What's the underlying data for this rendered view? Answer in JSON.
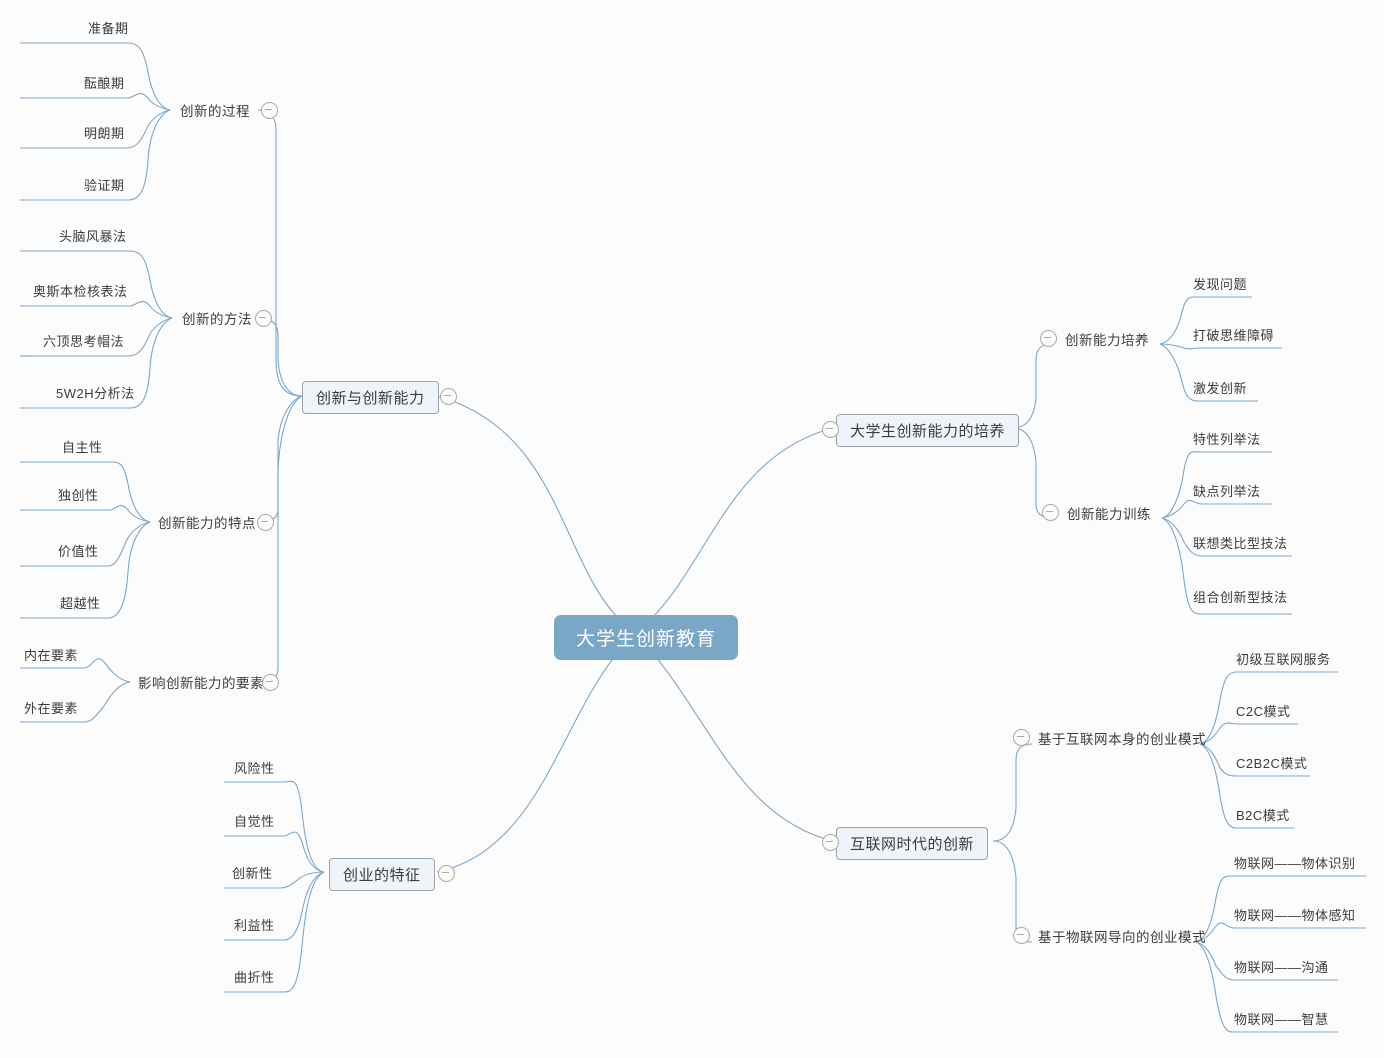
{
  "diagram": {
    "type": "mind-map",
    "title": "大学生创新教育",
    "background": "#fcfcfc",
    "root_color": "#7ba7c7",
    "branch_color": "#eef4fa",
    "link_color": "#7ba7cc",
    "collapse_icon": "minus-circle-icon"
  },
  "root": {
    "label": "大学生创新教育"
  },
  "branches": {
    "b1": {
      "label": "创新与创新能力",
      "subs": {
        "s1": {
          "label": "创新的过程",
          "leaves": [
            "准备期",
            "酝酿期",
            "明朗期",
            "验证期"
          ]
        },
        "s2": {
          "label": "创新的方法",
          "leaves": [
            "头脑风暴法",
            "奥斯本检核表法",
            "六顶思考帽法",
            "5W2H分析法"
          ]
        },
        "s3": {
          "label": "创新能力的特点",
          "leaves": [
            "自主性",
            "独创性",
            "价值性",
            "超越性"
          ]
        },
        "s4": {
          "label": "影响创新能力的要素",
          "leaves": [
            "内在要素",
            "外在要素"
          ]
        }
      }
    },
    "b2": {
      "label": "创业的特征",
      "subs": {
        "s1": {
          "label": "",
          "leaves": [
            "风险性",
            "自觉性",
            "创新性",
            "利益性",
            "曲折性"
          ]
        }
      }
    },
    "b3": {
      "label": "大学生创新能力的培养",
      "subs": {
        "s1": {
          "label": "创新能力培养",
          "leaves": [
            "发现问题",
            "打破思维障碍",
            "激发创新"
          ]
        },
        "s2": {
          "label": "创新能力训练",
          "leaves": [
            "特性列举法",
            "缺点列举法",
            "联想类比型技法",
            "组合创新型技法"
          ]
        }
      }
    },
    "b4": {
      "label": "互联网时代的创新",
      "subs": {
        "s1": {
          "label": "基于互联网本身的创业模式",
          "leaves": [
            "初级互联网服务",
            "C2C模式",
            "C2B2C模式",
            "B2C模式"
          ]
        },
        "s2": {
          "label": "基于物联网导向的创业模式",
          "leaves": [
            "物联网——物体识别",
            "物联网——物体感知",
            "物联网——沟通",
            "物联网——智慧"
          ]
        }
      }
    }
  }
}
